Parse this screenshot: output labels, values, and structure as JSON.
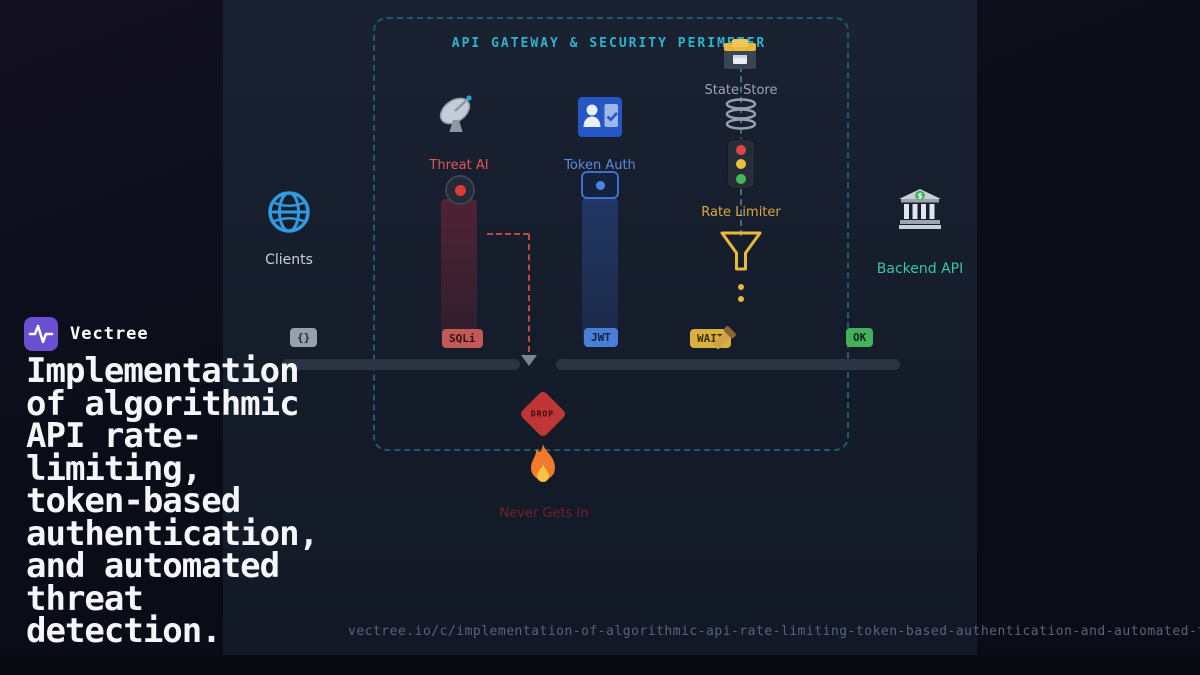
{
  "brand": {
    "name": "Vectree"
  },
  "headline_lines": [
    "Implementation",
    "of algorithmic",
    "API rate-",
    "limiting,",
    "token-based",
    "authentication,",
    "and automated",
    "threat",
    "detection."
  ],
  "url": "vectree.io/c/implementation-of-algorithmic-api-rate-limiting-token-based-authentication-and-automated-threat-detection",
  "perimeter": {
    "title": "API GATEWAY & SECURITY PERIMETER"
  },
  "nodes": {
    "clients": {
      "label": "Clients"
    },
    "threat_ai": {
      "label": "Threat AI"
    },
    "token_auth": {
      "label": "Token Auth"
    },
    "state_store": {
      "label": "State Store"
    },
    "rate_limiter": {
      "label": "Rate Limiter"
    },
    "backend_api": {
      "label": "Backend API"
    },
    "blocked": {
      "label": "Never Gets In"
    }
  },
  "badges": {
    "clients": "{}",
    "threat": "SQLi",
    "token": "JWT",
    "limiter": "WAIT",
    "backend": "OK"
  },
  "drop_label": "DROP",
  "colors": {
    "perimeter_teal": "#2fb3c9",
    "threat_red": "#e05656",
    "auth_blue": "#5b8bd9",
    "limiter_gold": "#d9a93f",
    "backend_teal": "#35c9a0",
    "brand_purple": "#6a4fd0",
    "panel_bg": "#151c2a"
  }
}
